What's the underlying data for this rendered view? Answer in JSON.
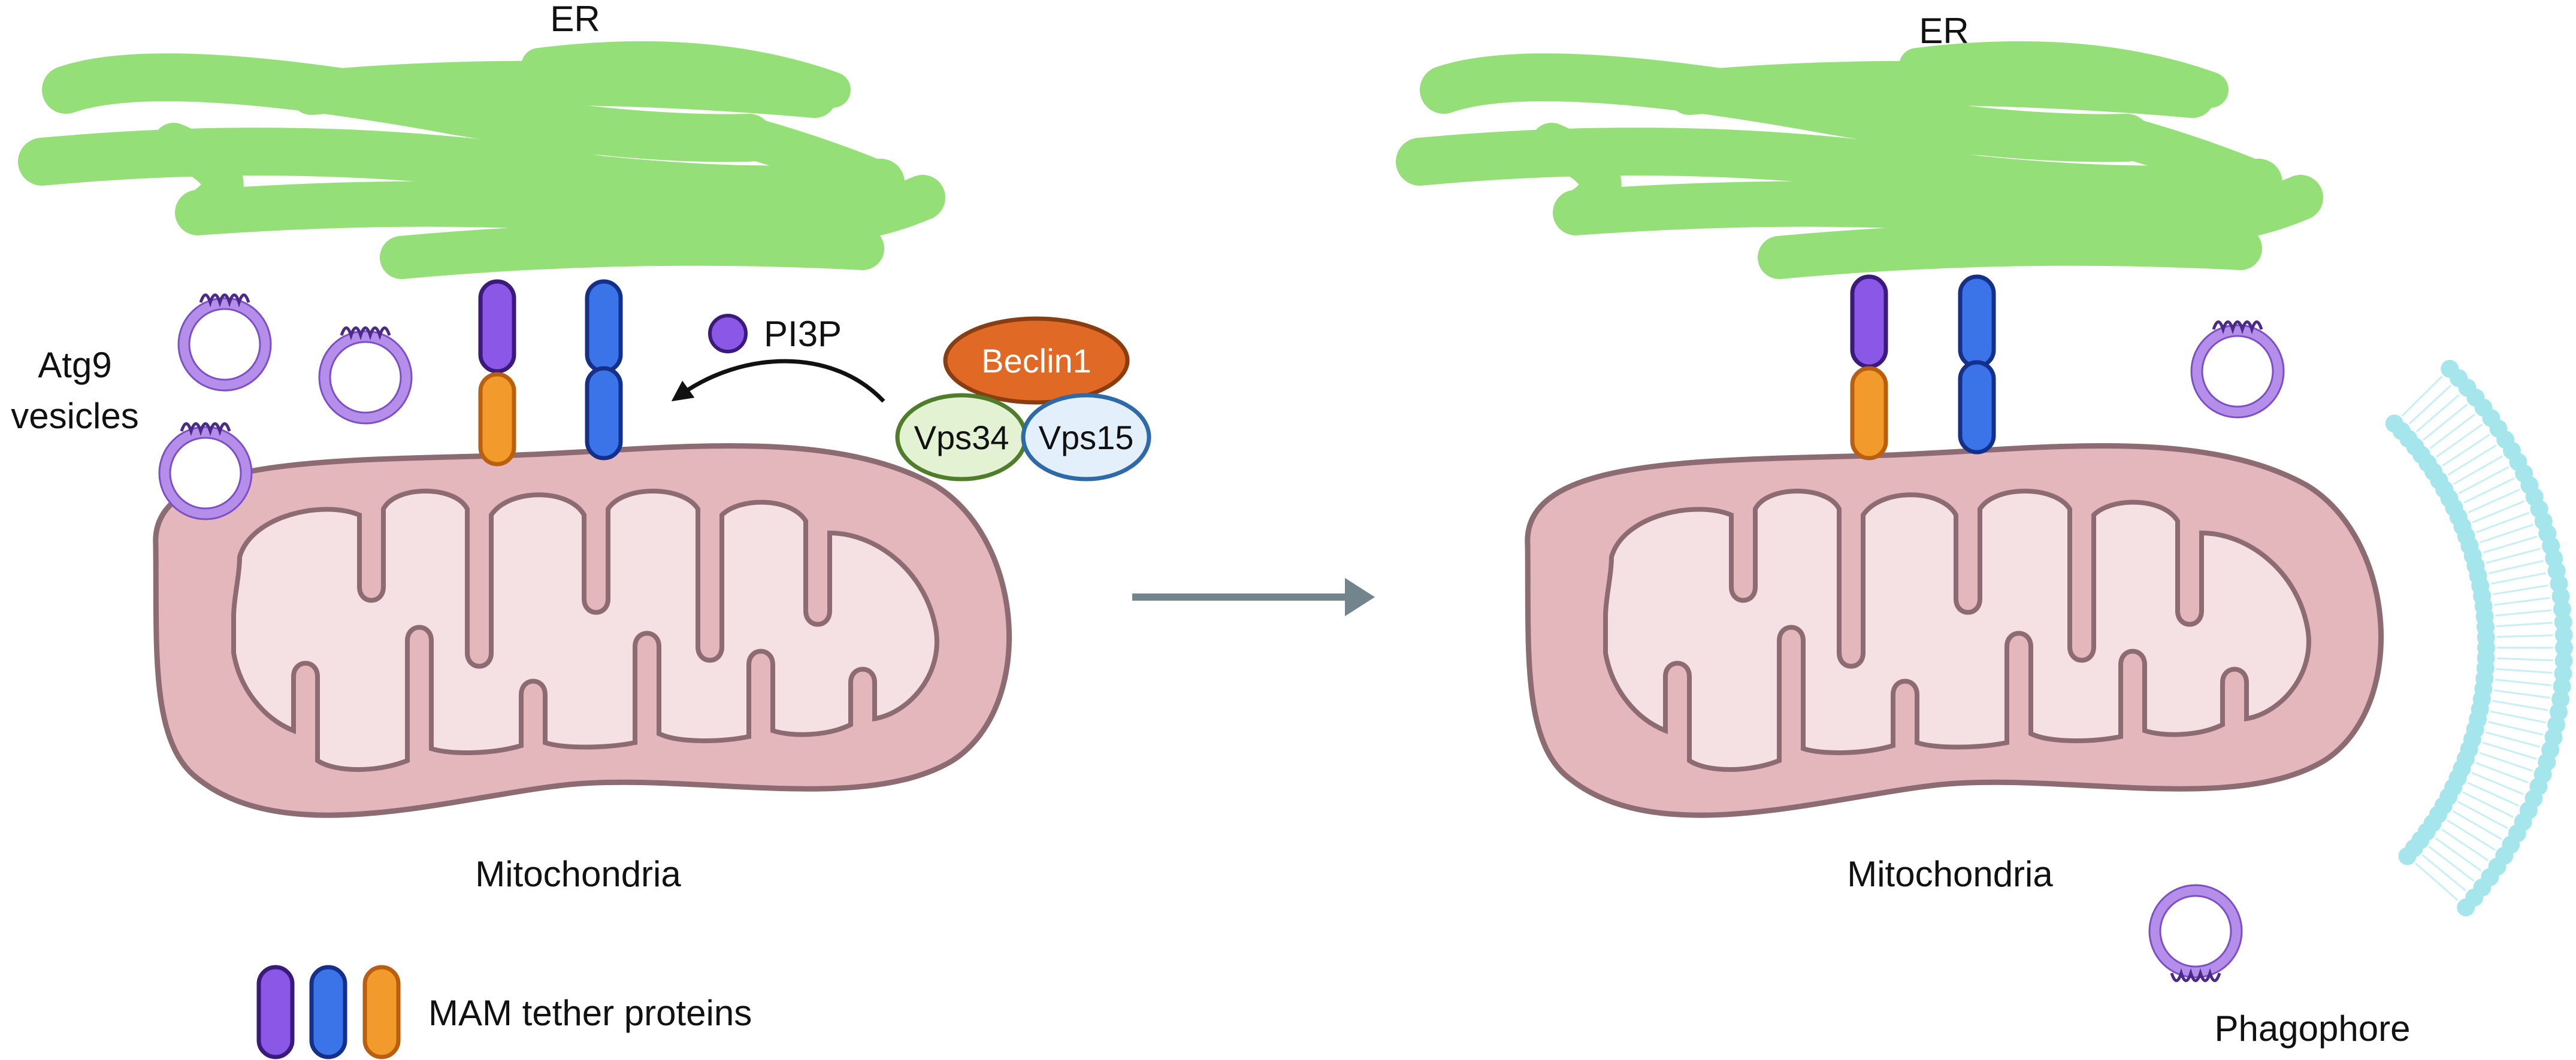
{
  "labels": {
    "er_left": "ER",
    "er_right": "ER",
    "atg9_line1": "Atg9",
    "atg9_line2": "vesicles",
    "pi3p": "PI3P",
    "beclin1": "Beclin1",
    "vps34": "Vps34",
    "vps15": "Vps15",
    "mito_left": "Mitochondria",
    "mito_right": "Mitochondria",
    "legend": "MAM tether proteins",
    "phagophore": "Phagophore"
  },
  "colors": {
    "er_green": "#95df79",
    "mito_fill": "#e3b7bb",
    "mito_inner": "#f5e1e3",
    "mito_stroke": "#8c6c72",
    "tether_purple": "#8b57e6",
    "tether_blue": "#3a74e8",
    "tether_orange": "#f29a2c",
    "vesicle_purple": "#b48ee8",
    "beclin_orange": "#e06a25",
    "vps34_green": "#e3f2d2",
    "vps15_blue": "#e3f0fb",
    "lipid_cyan": "#a5e6ec",
    "arrow_gray": "#72858c"
  },
  "icons": [
    "vesicle-icon",
    "tether-protein-icon",
    "pi3p-dot-icon",
    "curved-arrow-icon",
    "transition-arrow-icon",
    "lipid-bilayer-icon"
  ]
}
